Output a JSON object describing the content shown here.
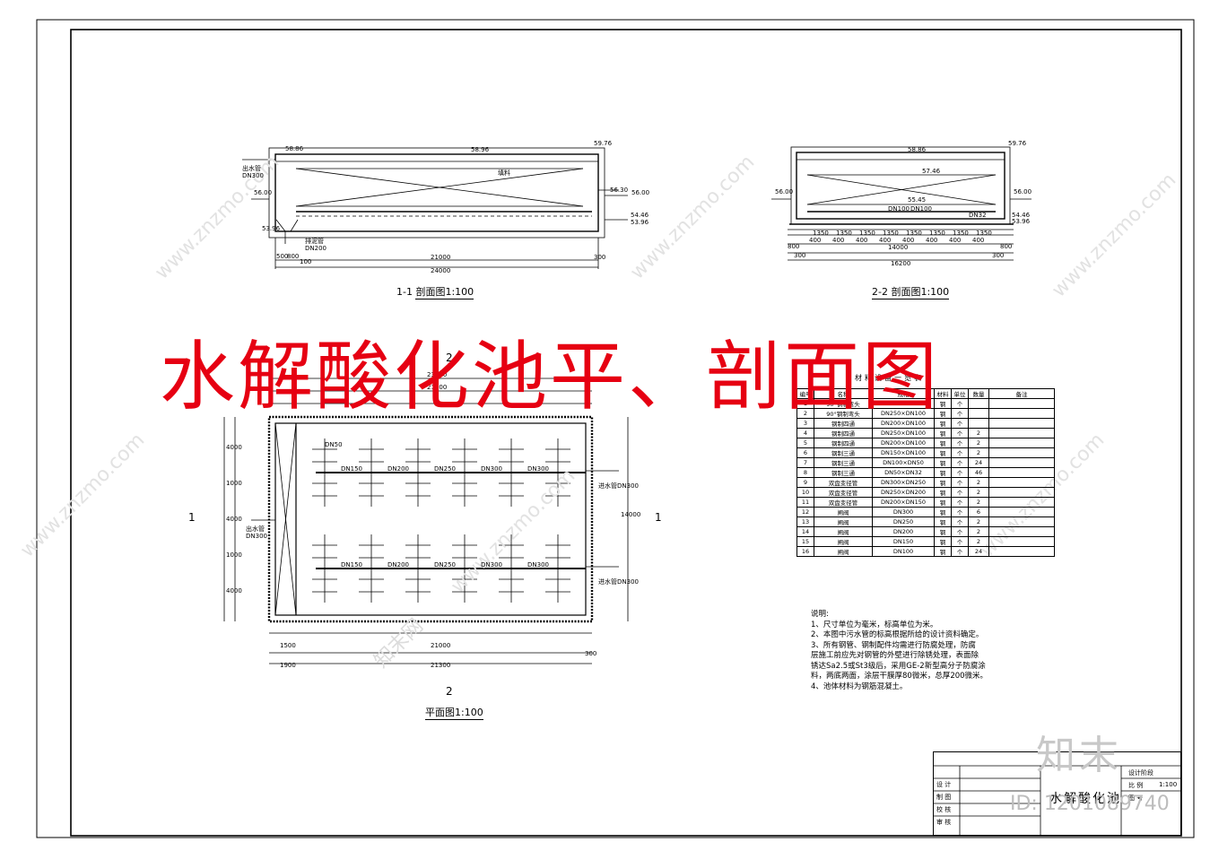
{
  "title": "水解酸化池平、剖面图",
  "section_1": {
    "caption_prefix": "1-1",
    "caption": "剖面图1:100",
    "levels": [
      "58.86",
      "58.96",
      "59.76",
      "56.00",
      "56.30",
      "56.00",
      "54.46",
      "53.96",
      "53.96"
    ],
    "labels": [
      "出水管",
      "DN300",
      "填料",
      "排泥管",
      "DN200"
    ],
    "dims": [
      "500",
      "800",
      "100",
      "21000",
      "300",
      "24000"
    ]
  },
  "section_2": {
    "caption": "2-2 剖面图1:100",
    "levels": [
      "58.86",
      "59.76",
      "57.46",
      "56.00",
      "55.45",
      "56.00",
      "54.46",
      "53.96"
    ],
    "labels": [
      "DN100",
      "DN100",
      "DN32"
    ],
    "dims_top": [
      "1350",
      "1350",
      "1350",
      "1350",
      "1350",
      "1350",
      "1350",
      "1350"
    ],
    "dims_mid": [
      "400",
      "400",
      "400",
      "400",
      "400",
      "400",
      "400",
      "400"
    ],
    "dims_total": [
      "14000"
    ],
    "dims_bottom": [
      "800",
      "300",
      "16200",
      "300",
      "800"
    ]
  },
  "plan": {
    "caption": "平面图1:100",
    "top_dims": [
      "23300",
      "21300"
    ],
    "left_dims": [
      "4000",
      "1000",
      "4000",
      "1000",
      "4000"
    ],
    "right_dim": "14000",
    "bottom_dims": [
      "1500",
      "21000",
      "300",
      "1900",
      "21300"
    ],
    "pipe_labels_row1": [
      "DN50",
      "DN150",
      "DN200",
      "DN250",
      "DN300",
      "DN300"
    ],
    "pipe_labels_row2": [
      "DN150",
      "DN200",
      "DN250",
      "DN300",
      "DN300"
    ],
    "side_labels": [
      "出水管",
      "DN300",
      "进水管DN300",
      "进水管DN300"
    ],
    "section_markers": [
      "1",
      "1",
      "2",
      "2"
    ]
  },
  "materials": {
    "title": "材料设备一览表",
    "headers": [
      "编号",
      "名称",
      "规格",
      "材料",
      "单位",
      "数量",
      "备注"
    ],
    "rows": [
      [
        "1",
        "90°钢制弯头",
        "DN300×DN100",
        "钢",
        "个",
        "",
        ""
      ],
      [
        "2",
        "90°钢制弯头",
        "DN250×DN100",
        "钢",
        "个",
        "",
        ""
      ],
      [
        "3",
        "钢制四通",
        "DN200×DN100",
        "钢",
        "个",
        "",
        ""
      ],
      [
        "4",
        "钢制四通",
        "DN250×DN100",
        "钢",
        "个",
        "2",
        ""
      ],
      [
        "5",
        "钢制四通",
        "DN200×DN100",
        "钢",
        "个",
        "2",
        ""
      ],
      [
        "6",
        "钢制三通",
        "DN150×DN100",
        "钢",
        "个",
        "2",
        ""
      ],
      [
        "7",
        "钢制三通",
        "DN100×DN50",
        "钢",
        "个",
        "24",
        ""
      ],
      [
        "8",
        "钢制三通",
        "DN50×DN32",
        "钢",
        "个",
        "46",
        ""
      ],
      [
        "9",
        "双盘变径管",
        "DN300×DN250",
        "钢",
        "个",
        "2",
        ""
      ],
      [
        "10",
        "双盘变径管",
        "DN250×DN200",
        "钢",
        "个",
        "2",
        ""
      ],
      [
        "11",
        "双盘变径管",
        "DN200×DN150",
        "钢",
        "个",
        "2",
        ""
      ],
      [
        "12",
        "闸阀",
        "DN300",
        "钢",
        "个",
        "6",
        ""
      ],
      [
        "13",
        "闸阀",
        "DN250",
        "钢",
        "个",
        "2",
        ""
      ],
      [
        "14",
        "闸阀",
        "DN200",
        "钢",
        "个",
        "2",
        ""
      ],
      [
        "15",
        "闸阀",
        "DN150",
        "钢",
        "个",
        "2",
        ""
      ],
      [
        "16",
        "闸阀",
        "DN100",
        "钢",
        "个",
        "24",
        ""
      ]
    ]
  },
  "notes": {
    "heading": "说明:",
    "lines": [
      "1、尺寸单位为毫米，标高单位为米。",
      "2、本图中污水管的标高根据所给的设计资料确定。",
      "3、所有钢管、钢制配件均需进行防腐处理，防腐",
      "   层施工前应先对钢管的外壁进行除锈处理，表面除",
      "   锈达Sa2.5或St3级后，采用GE-2新型高分子防腐涂",
      "   料，两底两面，涂层干膜厚80微米，总厚200微米。",
      "4、池体材料为钢筋混凝土。"
    ]
  },
  "title_block": {
    "labels": [
      "设 计",
      "制 图",
      "校 核",
      "审 核"
    ],
    "name": "水解酸化池",
    "right_labels": [
      "设计阶段",
      "比 例",
      "图 号"
    ],
    "scale": "1:100"
  },
  "watermark": {
    "logo": "知末",
    "id": "ID: 1201089740",
    "site": "www.znzmo.com",
    "brand": "知末网"
  }
}
